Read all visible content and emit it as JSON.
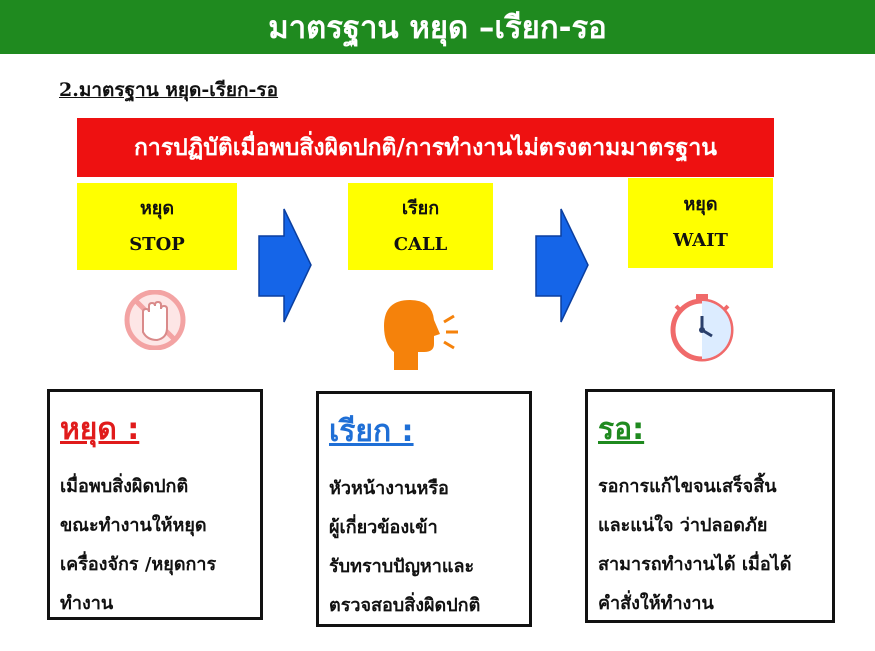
{
  "header": {
    "title": "มาตรฐาน หยุด –เรียก-รอ"
  },
  "subtitle": "2.มาตรฐาน หยุด-เรียก-รอ",
  "banner": "การปฏิบัติเมื่อพบสิ่งผิดปกติ/การทำงานไม่ตรงตามมาตรฐาน",
  "steps": [
    {
      "thai": "หยุด",
      "en": "STOP"
    },
    {
      "thai": "เรียก",
      "en": "CALL"
    },
    {
      "thai": "หยุด",
      "en": "WAIT"
    }
  ],
  "icons": [
    "stop-hand-icon",
    "speaking-head-icon",
    "stopwatch-icon"
  ],
  "cards": [
    {
      "title": "หยุด :",
      "color": "#e01b1b",
      "lines": [
        "เมื่อพบสิ่งผิดปกติ",
        "ขณะทำงานให้หยุด",
        "เครื่องจักร /หยุดการ",
        "ทำงาน"
      ]
    },
    {
      "title": "เรียก :",
      "color": "#1f6fd6",
      "lines": [
        "หัวหน้างานหรือ",
        "ผู้เกี่ยวข้องเข้า",
        "รับทราบปัญหาและ",
        "ตรวจสอบสิ่งผิดปกติ"
      ]
    },
    {
      "title": "รอ:",
      "color": "#1f8a1f",
      "lines": [
        "รอการแก้ไขจนเสร็จสิ้น",
        "และแน่ใจ ว่าปลอดภัย",
        "สามารถทำงานได้ เมื่อได้",
        "คำสั่งให้ทำงาน"
      ]
    }
  ],
  "colors": {
    "header_bg": "#1f8a1f",
    "banner_bg": "#ee1111",
    "step_bg": "#ffff00",
    "arrow": "#1565e8"
  }
}
